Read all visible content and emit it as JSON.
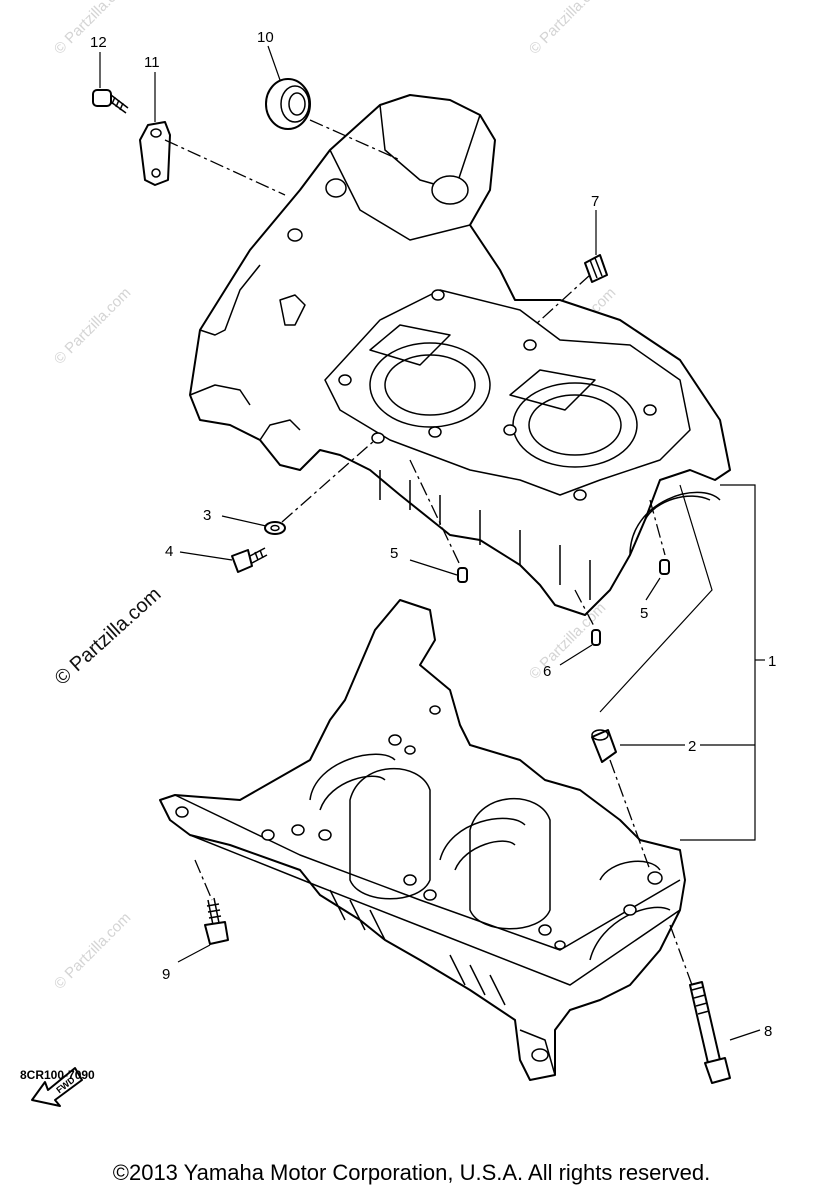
{
  "diagram": {
    "callouts": [
      {
        "id": "12",
        "label": "12"
      },
      {
        "id": "11",
        "label": "11"
      },
      {
        "id": "10",
        "label": "10"
      },
      {
        "id": "7",
        "label": "7"
      },
      {
        "id": "3",
        "label": "3"
      },
      {
        "id": "4",
        "label": "4"
      },
      {
        "id": "5a",
        "label": "5"
      },
      {
        "id": "5b",
        "label": "5"
      },
      {
        "id": "6",
        "label": "6"
      },
      {
        "id": "1",
        "label": "1"
      },
      {
        "id": "2",
        "label": "2"
      },
      {
        "id": "9",
        "label": "9"
      },
      {
        "id": "8",
        "label": "8"
      }
    ],
    "fwd_label": "FWD",
    "diagram_code": "8CR100-7090",
    "watermarks": {
      "small": "© Partzilla.com",
      "large": "© Partzilla.com"
    }
  },
  "footer": {
    "copyright": "©2013  Yamaha Motor Corporation, U.S.A. All rights reserved."
  }
}
